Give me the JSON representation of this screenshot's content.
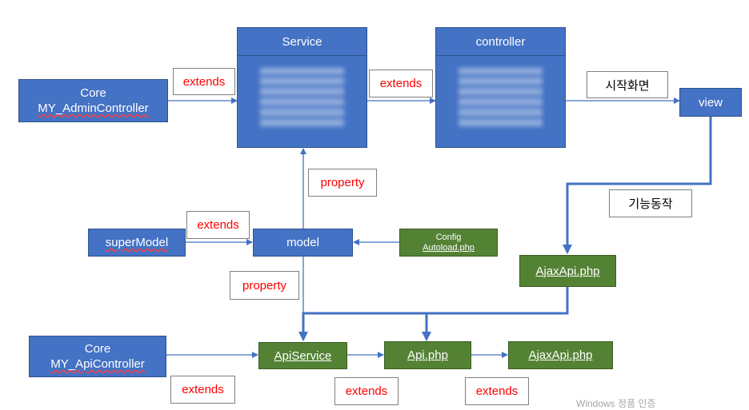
{
  "colors": {
    "box_blue": "#4472c4",
    "box_green": "#548235",
    "arrow_blue": "#4472c4",
    "label_red": "#ff0000"
  },
  "nodes": {
    "core_admin": {
      "line1": "Core",
      "line2": "MY_AdminController"
    },
    "service": {
      "title": "Service"
    },
    "controller": {
      "title": "controller"
    },
    "view": {
      "label": "view"
    },
    "super_model": {
      "label": "superModel"
    },
    "model": {
      "label": "model"
    },
    "config": {
      "line1": "Config",
      "line2": "Autoload.php"
    },
    "ajax_api_top": {
      "label": "AjaxApi.php"
    },
    "core_api": {
      "line1": "Core",
      "line2": "MY_ApiController"
    },
    "api_service": {
      "label": "ApiService"
    },
    "api_php": {
      "label": "Api.php"
    },
    "ajax_api_bottom": {
      "label": "AjaxApi.php"
    }
  },
  "labels": {
    "extends_core_service": "extends",
    "extends_service_controller": "extends",
    "start_screen": "시작화면",
    "function_action": "기능동작",
    "property_upper": "property",
    "extends_supermodel_model": "extends",
    "property_lower": "property",
    "extends_core_api": "extends",
    "extends_apiservice_api": "extends",
    "extends_api_ajax": "extends"
  },
  "watermark": "Windows 정품 인증"
}
